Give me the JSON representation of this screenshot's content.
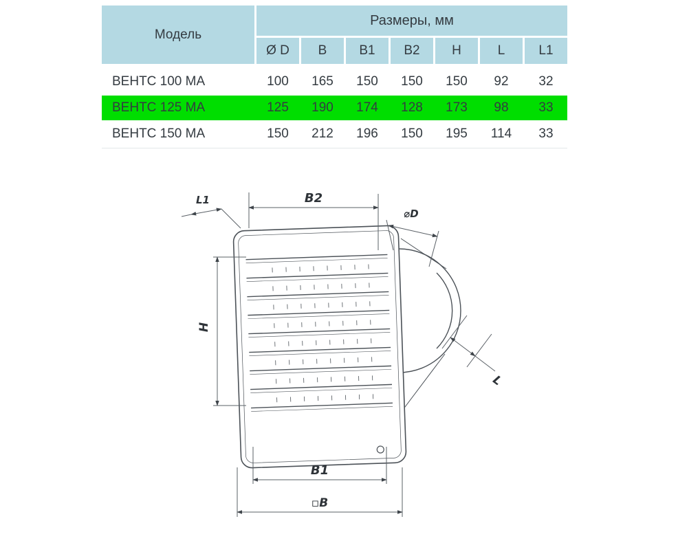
{
  "table": {
    "model_header": "Модель",
    "sizes_header": "Размеры, мм",
    "columns": [
      "Ø D",
      "B",
      "B1",
      "B2",
      "H",
      "L",
      "L1"
    ],
    "rows": [
      {
        "model": "ВЕНТС 100 МА",
        "values": [
          "100",
          "165",
          "150",
          "150",
          "150",
          "92",
          "32"
        ]
      },
      {
        "model": "ВЕНТС 125 МА",
        "values": [
          "125",
          "190",
          "174",
          "128",
          "173",
          "98",
          "33"
        ]
      },
      {
        "model": "ВЕНТС 150 МА",
        "values": [
          "150",
          "212",
          "196",
          "150",
          "195",
          "114",
          "33"
        ]
      }
    ],
    "highlight_row_index": 1
  },
  "colors": {
    "header_bg": "#b4d9e3",
    "highlight_green": "#00de00",
    "text": "#343b41",
    "line": "#4b5157"
  },
  "drawing": {
    "labels": {
      "l1": "L1",
      "b2": "B2",
      "d": "⌀D",
      "h": "H",
      "l": "L",
      "b1": "B1",
      "b": "▫B"
    }
  }
}
